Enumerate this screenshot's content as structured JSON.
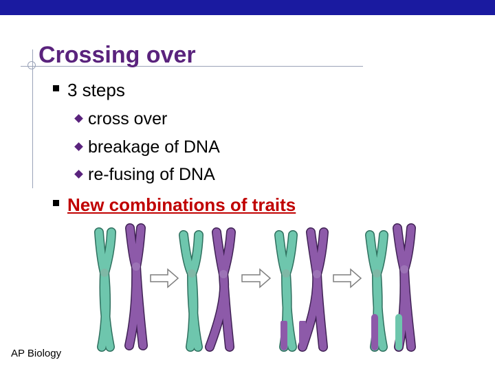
{
  "slide": {
    "title": "Crossing over",
    "bullets": [
      {
        "text": "3 steps",
        "subitems": [
          "cross over",
          "breakage of DNA",
          "re-fusing of DNA"
        ]
      },
      {
        "text": "New combinations of traits",
        "style": "link"
      }
    ],
    "footer": "AP Biology"
  },
  "colors": {
    "header_bar": "#1a1aa0",
    "title": "#5a237d",
    "link_text": "#c00000",
    "chromosome_green": "#6ec6ad",
    "chromosome_purple": "#8d5aa9"
  },
  "figure": {
    "icon": "crossing-over-chromosomes",
    "stages": 4,
    "transitions": 3
  }
}
